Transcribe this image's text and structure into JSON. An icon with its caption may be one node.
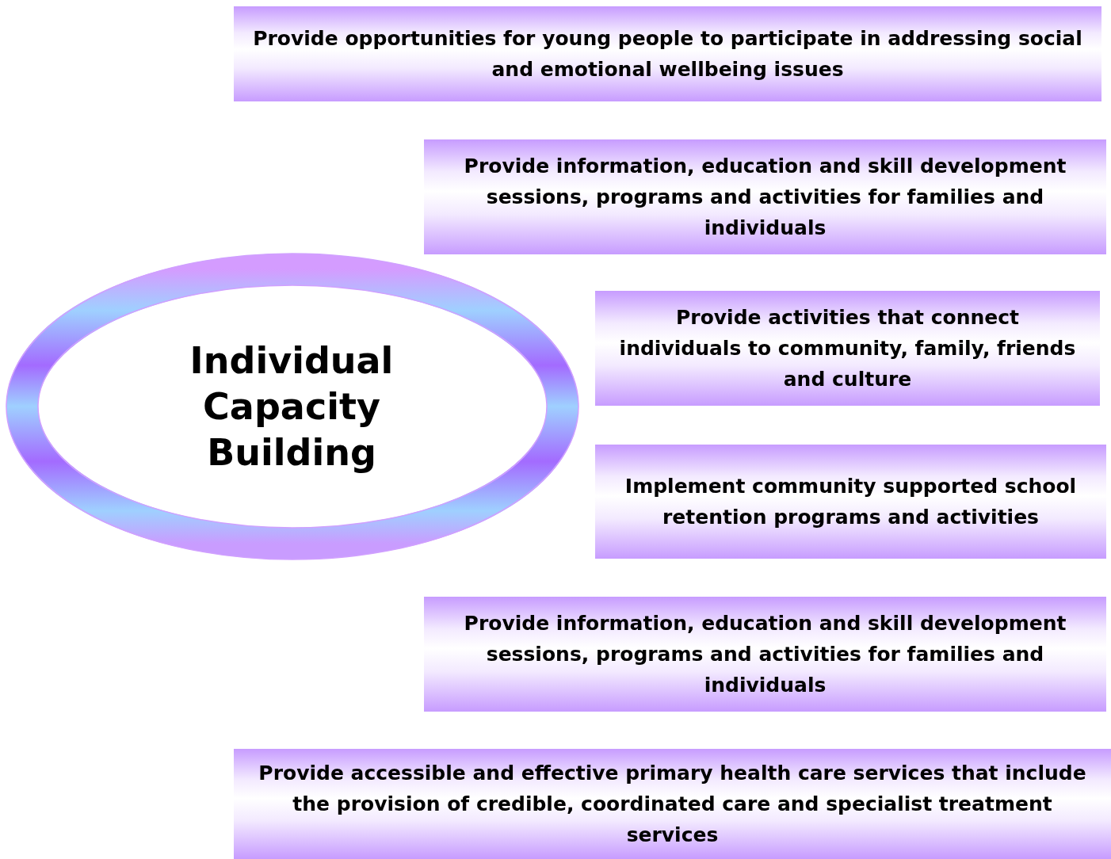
{
  "diagram": {
    "nodes": [
      {
        "text": [
          "Individual Capacity Building"
        ]
      },
      {
        "text": [
          "Provide opportunities for young people to participate in addressing social and emotional wellbeing issues"
        ]
      },
      {
        "text": [
          "Provide information, education and skill development sessions, programs and activities for families and individuals"
        ]
      },
      {
        "text": [
          "Provide activities that connect individuals to community, family, friends and culture"
        ]
      },
      {
        "text": [
          "Implement community supported school retention programs and activities"
        ]
      },
      {
        "text": [
          "Provide information, education and skill development sessions, programs and activities for families and individuals"
        ]
      },
      {
        "text": [
          "Provide accessible and effective primary health care services that include the provision of credible, coordinated care and specialist treatment services"
        ]
      }
    ]
  }
}
